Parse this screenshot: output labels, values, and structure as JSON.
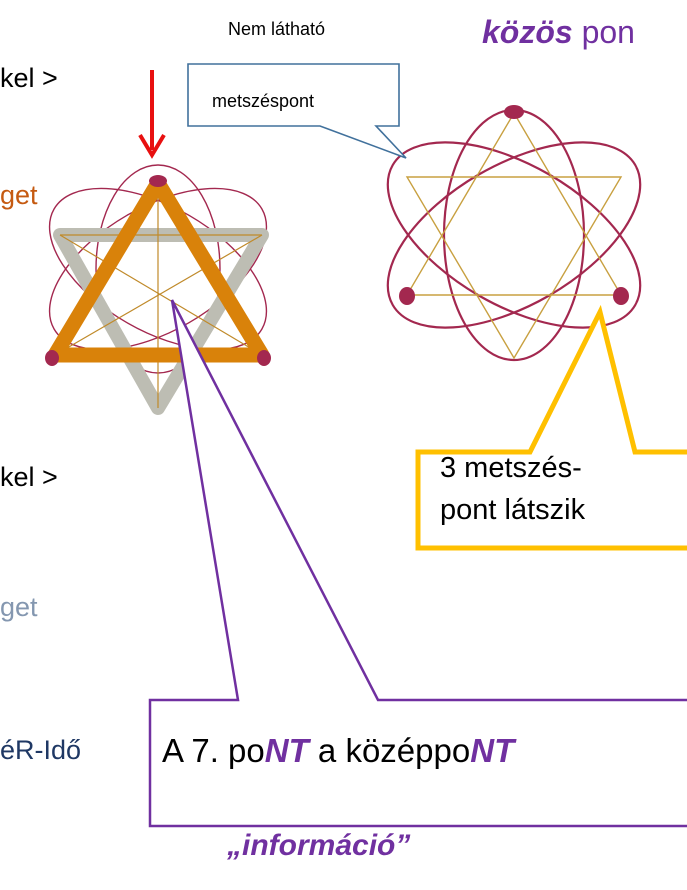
{
  "title": {
    "emphasis": "közös",
    "rest": "pon"
  },
  "callouts": {
    "not_visible": "Nem látható",
    "intersection": "metszéspont",
    "three_points": [
      "3 metszés-",
      "pont látszik"
    ],
    "seventh": {
      "a": "A 7. po",
      "nt1": "NT",
      "b": " a középpo",
      "nt2": "NT"
    },
    "information": "„információ”"
  },
  "left_text": {
    "line1": "kel >",
    "line2": "get",
    "line3": "kel >",
    "line4": "get",
    "line5": "éR-Idő"
  },
  "colors": {
    "purple": "#7030a0",
    "orange": "#c55a11",
    "gold": "#ffc000",
    "crimson": "#a3284f",
    "arrow_red": "#e81010",
    "slate": "#8497b0",
    "navy": "#1f3864"
  },
  "icons": [
    "down-arrow-icon"
  ]
}
